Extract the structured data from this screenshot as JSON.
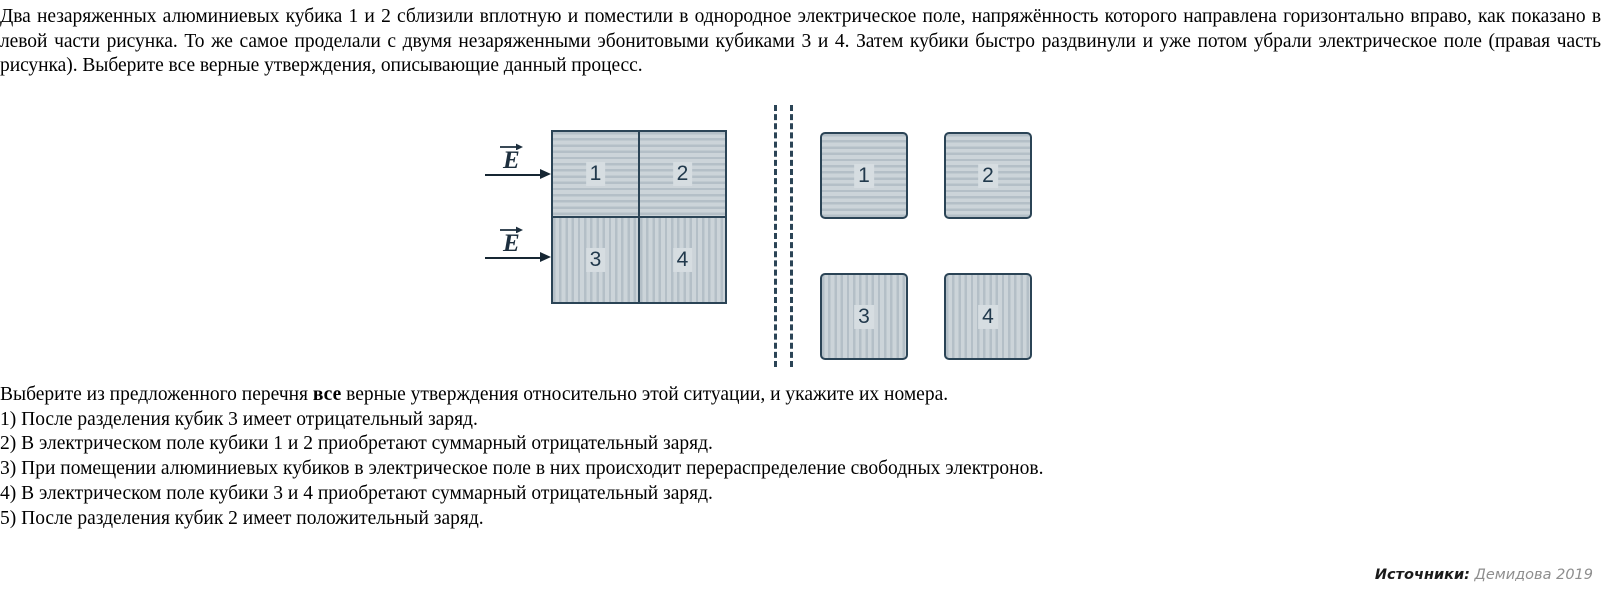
{
  "intro": {
    "text": "Два незаряженных алюминиевых кубика 1 и 2 сблизили вплотную и поместили в однородное электрическое поле, напряжённость которого направлена горизонтально вправо, как показано в левой части рисунка. То же самое проделали с двумя незаряженными эбонитовыми кубиками 3 и 4. Затем кубики быстро раздвинули и уже потом убрали электрическое поле (правая часть рисунка). Выберите все верные утверждения, описывающие данный процесс."
  },
  "figure": {
    "field_labels": {
      "top": "E",
      "bottom": "E"
    },
    "left_group": {
      "caption_note": "cubes touching, in electric field",
      "cubes": [
        {
          "label": "1",
          "hatch": "horizontal",
          "material": "aluminium"
        },
        {
          "label": "2",
          "hatch": "horizontal",
          "material": "aluminium"
        },
        {
          "label": "3",
          "hatch": "vertical",
          "material": "ebonite"
        },
        {
          "label": "4",
          "hatch": "vertical",
          "material": "ebonite"
        }
      ]
    },
    "right_group": {
      "caption_note": "cubes separated, field removed",
      "cubes": [
        {
          "label": "1",
          "hatch": "horizontal",
          "material": "aluminium"
        },
        {
          "label": "2",
          "hatch": "horizontal",
          "material": "aluminium"
        },
        {
          "label": "3",
          "hatch": "vertical",
          "material": "ebonite"
        },
        {
          "label": "4",
          "hatch": "vertical",
          "material": "ebonite"
        }
      ]
    },
    "colors": {
      "cube_border": "#2b4456",
      "cube_fill_light": "#ccd4d9",
      "cube_fill_dark": "#b4bfc7",
      "label_text": "#21394c",
      "arrow": "#162633"
    }
  },
  "statements": {
    "prompt_before_bold": "Выберите из предложенного перечня ",
    "prompt_bold": "все",
    "prompt_after_bold": " верные утверждения относительно этой ситуации, и укажите их номера.",
    "items": [
      "1) После разделения кубик 3 имеет отрицательный заряд.",
      "2) В электрическом поле кубики 1 и 2 приобретают суммарный отрицательный заряд.",
      "3) При помещении алюминиевых кубиков в электрическое поле в них происходит перераспределение свободных электронов.",
      "4) В электрическом поле кубики 3 и 4 приобретают суммарный отрицательный заряд.",
      "5) После разделения кубик 2 имеет положительный заряд."
    ]
  },
  "source": {
    "label": "Источники:",
    "value": "Демидова 2019"
  }
}
